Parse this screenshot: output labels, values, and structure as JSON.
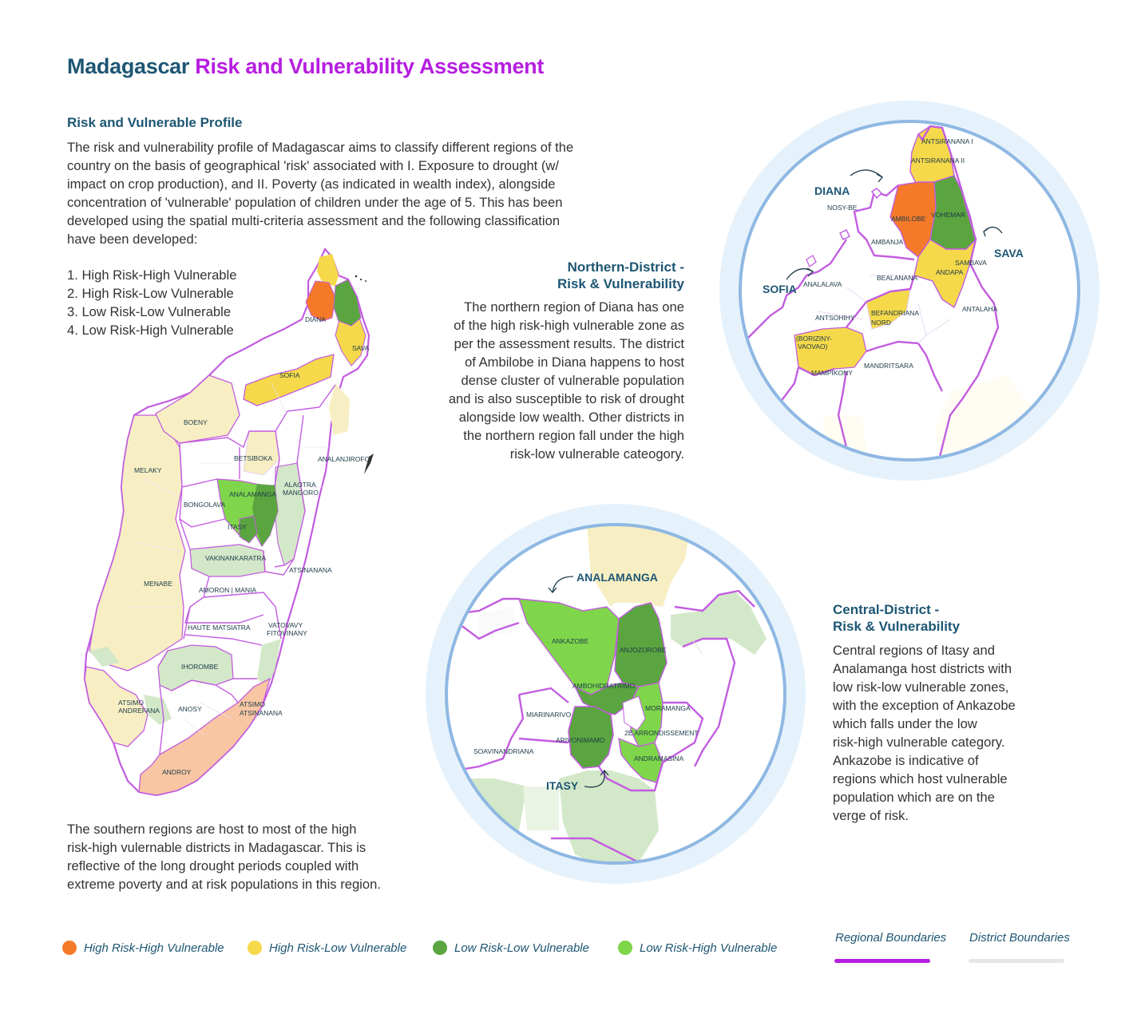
{
  "title": {
    "part1": "Madagascar",
    "part2": "Risk and Vulnerability Assessment"
  },
  "profile": {
    "heading": "Risk and Vulnerable Profile",
    "lines": [
      "The risk and vulnerability profile of Madagascar aims to classify different regions of the",
      "country on the basis of geographical 'risk' associated with I. Exposure to drought (w/",
      "impact on crop production), and II. Poverty (as indicated in wealth index), alongside",
      "concentration of 'vulnerable' population of children under the age of 5. This has been",
      "developed using the spatial multi-criteria assessment and the following classification",
      "have been developed:"
    ],
    "list": [
      "1. High Risk-High Vulnerable",
      "2. High Risk-Low Vulnerable",
      "3. Low Risk-Low Vulnerable",
      "4. Low Risk-High Vulnerable"
    ]
  },
  "northern": {
    "heading_lines": [
      "Northern-District -",
      "Risk & Vulnerability"
    ],
    "lines": [
      "The northern region of Diana has one",
      "of the high risk-high vulnerable zone as",
      "per the assessment results. The district",
      "of Ambilobe in Diana happens to host",
      "dense cluster of vulnerable population",
      "and is also susceptible to risk of drought",
      "alongside low wealth. Other districts in",
      "the northern region fall under the high",
      "risk-low vulnerable cateogory."
    ]
  },
  "central": {
    "heading_lines": [
      "Central-District -",
      "Risk & Vulnerability"
    ],
    "lines": [
      "Central regions of Itasy and",
      "Analamanga host districts with",
      "low risk-low vulnerable zones,",
      "with the exception of Ankazobe",
      "which falls under the low",
      "risk-high vulnerable category.",
      "Ankazobe is indicative of",
      "regions which host vulnerable",
      "population which are on the",
      "verge of risk."
    ]
  },
  "southern": {
    "lines": [
      "The southern regions are host to most of the high",
      "risk-high vulernable districts in Madagascar. This is",
      "reflective of the long drought periods coupled with",
      "extreme poverty and at risk populations in this region."
    ]
  },
  "main_map_labels": {
    "diana": "DIANA",
    "sava": "SAVA",
    "sofia": "SOFIA",
    "boeny": "BOENY",
    "melaky": "MELAKY",
    "betsiboka": "BETSIBOKA",
    "analanjirofo": "ANALANJIROFO",
    "alaotra1": "ALAOTRA",
    "alaotra2": "MANGORO",
    "analamanga": "ANALAMANGA",
    "bongolava": "BONGOLAVA",
    "itasy": "ITASY",
    "vakinankaratra": "VAKINANKARATRA",
    "atsinanana": "ATSINANANA",
    "menabe": "MENABE",
    "amoron": "AMORON | MANIA",
    "haute": "HAUTE MATSIATRA",
    "vatovavy1": "VATOVAVY",
    "vatovavy2": "FITOVINANY",
    "ihorombe": "IHOROMBE",
    "atsimo_a1": "ATSIMO",
    "atsimo_a2": "ANDREFANA",
    "anosy": "ANOSY",
    "atsimo_at1": "ATSIMO",
    "atsimo_at2": "ATSINANANA",
    "androy": "ANDROY"
  },
  "north_map_labels": {
    "antsiranana1": "ANTSIRANANA I",
    "antsiranana2": "ANTSIRANANA II",
    "diana": "DIANA",
    "nosybe": "NOSY-BE",
    "ambilobe": "AMBILOBE",
    "vohemar": "VOHEMAR",
    "ambanja": "AMBANJA",
    "sava": "SAVA",
    "sambava": "SAMBAVA",
    "andapa": "ANDAPA",
    "sofia": "SOFIA",
    "analalava": "ANALALAVA",
    "bealanana": "BEALANANA",
    "antalaha": "ANTALAHA",
    "antsohihy": "ANTSOHIHY",
    "befandriana1": "BEFANDRIANA",
    "befandriana2": "NORD",
    "boriziny1": "(BORIZINY-",
    "boriziny2": "VAOVAO)",
    "mampikony": "MAMPIKONY",
    "mandritsara": "MANDRITSARA"
  },
  "central_map_labels": {
    "analamanga": "ANALAMANGA",
    "ankazobe": "ANKAZOBE",
    "anjozorobe": "ANJOZOROBE",
    "ambohidratrimo": "AMBOHIDRATRIMO",
    "moramanga": "MORAMANGA",
    "miarinarivo": "MIARINARIVO",
    "arrondissement": "2E ARRONDISSEMENT",
    "arivonimamo": "ARIVONIMAMO",
    "soavinandriana": "SOAVINANDRIANA",
    "andramasina": "ANDRAMASINA",
    "itasy": "ITASY"
  },
  "legend": {
    "items": [
      {
        "label": "High Risk-High Vulnerable",
        "color": "#f47a2a"
      },
      {
        "label": "High Risk-Low Vulnerable",
        "color": "#f5d94a"
      },
      {
        "label": "Low Risk-Low Vulnerable",
        "color": "#5aa53f"
      },
      {
        "label": "Low Risk-High Vulnerable",
        "color": "#7fd64a"
      }
    ],
    "regional": {
      "label": "Regional Boundaries",
      "color": "#b61ee0"
    },
    "district": {
      "label": "District Boundaries",
      "color": "#e6e6e6"
    }
  },
  "colors": {
    "high_high": "#f47a2a",
    "high_low": "#f5d94a",
    "low_low": "#5aa53f",
    "low_high": "#7fd64a",
    "pale_yellow": "#f7efc3",
    "pale_green": "#d3e8c8",
    "pale_orange": "#f8c6a3",
    "region_border": "#c25de0",
    "circle_ring": "#e6f2fb",
    "circle_stroke": "#8fb8e3",
    "title_blue": "#1d5673",
    "title_purple": "#b61ee0"
  }
}
